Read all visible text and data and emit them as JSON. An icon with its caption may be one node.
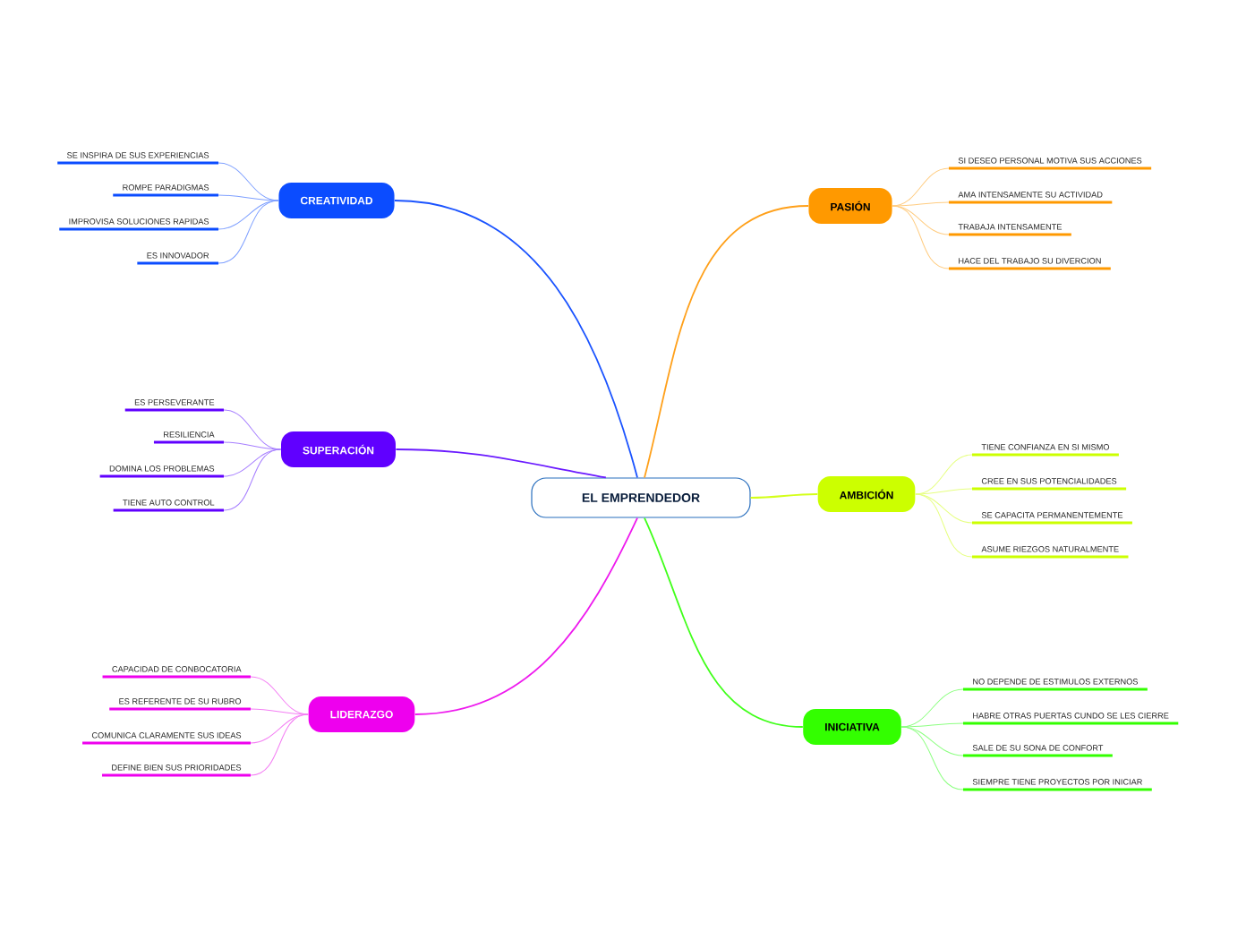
{
  "diagram": {
    "nodes": [
      {
        "text": [
          "EL EMPRENDEDOR"
        ]
      },
      {
        "text": [
          "CREATIVIDAD"
        ]
      },
      {
        "text": [
          "SE INSPIRA DE SUS EXPERIENCIAS"
        ]
      },
      {
        "text": [
          "ROMPE PARADIGMAS"
        ]
      },
      {
        "text": [
          "IMPROVISA SOLUCIONES RAPIDAS"
        ]
      },
      {
        "text": [
          "ES INNOVADOR"
        ]
      },
      {
        "text": [
          "SUPERACIÓN"
        ]
      },
      {
        "text": [
          "ES PERSEVERANTE"
        ]
      },
      {
        "text": [
          "RESILIENCIA"
        ]
      },
      {
        "text": [
          "DOMINA LOS PROBLEMAS"
        ]
      },
      {
        "text": [
          "TIENE AUTO CONTROL"
        ]
      },
      {
        "text": [
          "LIDERAZGO"
        ]
      },
      {
        "text": [
          "CAPACIDAD DE CONBOCATORIA"
        ]
      },
      {
        "text": [
          "ES REFERENTE DE SU RUBRO"
        ]
      },
      {
        "text": [
          "COMUNICA CLARAMENTE SUS IDEAS"
        ]
      },
      {
        "text": [
          "DEFINE BIEN SUS PRIORIDADES"
        ]
      },
      {
        "text": [
          "PASIÓN"
        ]
      },
      {
        "text": [
          "SI DESEO PERSONAL MOTIVA SUS ACCIONES"
        ]
      },
      {
        "text": [
          "AMA INTENSAMENTE SU ACTIVIDAD"
        ]
      },
      {
        "text": [
          "TRABAJA INTENSAMENTE"
        ]
      },
      {
        "text": [
          "HACE DEL TRABAJO SU DIVERCION"
        ]
      },
      {
        "text": [
          "AMBICIÓN"
        ]
      },
      {
        "text": [
          "TIENE CONFIANZA EN SI MISMO"
        ]
      },
      {
        "text": [
          "CREE EN SUS POTENCIALIDADES"
        ]
      },
      {
        "text": [
          "SE CAPACITA PERMANENTEMENTE"
        ]
      },
      {
        "text": [
          "ASUME RIEZGOS NATURALMENTE"
        ]
      },
      {
        "text": [
          "INICIATIVA"
        ]
      },
      {
        "text": [
          "NO DEPENDE DE ESTIMULOS EXTERNOS"
        ]
      },
      {
        "text": [
          "HABRE OTRAS PUERTAS CUNDO SE LES CIERRE"
        ]
      },
      {
        "text": [
          "SALE DE SU SONA DE CONFORT"
        ]
      },
      {
        "text": [
          "SIEMPRE TIENE PROYECTOS POR INICIAR"
        ]
      }
    ],
    "edges": [
      {
        "from": 0,
        "to": 1,
        "arrow": "none",
        "color": "#1a53ff"
      },
      {
        "from": 1,
        "to": 2,
        "arrow": "none",
        "color": "#7fa0ff"
      },
      {
        "from": 1,
        "to": 3,
        "arrow": "none",
        "color": "#7fa0ff"
      },
      {
        "from": 1,
        "to": 4,
        "arrow": "none",
        "color": "#7fa0ff"
      },
      {
        "from": 1,
        "to": 5,
        "arrow": "none",
        "color": "#7fa0ff"
      },
      {
        "from": 0,
        "to": 6,
        "arrow": "none",
        "color": "#6a1aff"
      },
      {
        "from": 6,
        "to": 7,
        "arrow": "none",
        "color": "#a77fff"
      },
      {
        "from": 6,
        "to": 8,
        "arrow": "none",
        "color": "#a77fff"
      },
      {
        "from": 6,
        "to": 9,
        "arrow": "none",
        "color": "#a77fff"
      },
      {
        "from": 6,
        "to": 10,
        "arrow": "none",
        "color": "#a77fff"
      },
      {
        "from": 0,
        "to": 11,
        "arrow": "none",
        "color": "#ee1aee"
      },
      {
        "from": 11,
        "to": 12,
        "arrow": "none",
        "color": "#f47ff4"
      },
      {
        "from": 11,
        "to": 13,
        "arrow": "none",
        "color": "#f47ff4"
      },
      {
        "from": 11,
        "to": 14,
        "arrow": "none",
        "color": "#f47ff4"
      },
      {
        "from": 11,
        "to": 15,
        "arrow": "none",
        "color": "#f47ff4"
      },
      {
        "from": 0,
        "to": 16,
        "arrow": "none",
        "color": "#ffa01a"
      },
      {
        "from": 16,
        "to": 17,
        "arrow": "none",
        "color": "#ffcc80"
      },
      {
        "from": 16,
        "to": 18,
        "arrow": "none",
        "color": "#ffcc80"
      },
      {
        "from": 16,
        "to": 19,
        "arrow": "none",
        "color": "#ffcc80"
      },
      {
        "from": 16,
        "to": 20,
        "arrow": "none",
        "color": "#ffcc80"
      },
      {
        "from": 0,
        "to": 21,
        "arrow": "none",
        "color": "#d4ff1a"
      },
      {
        "from": 21,
        "to": 22,
        "arrow": "none",
        "color": "#e6ff80"
      },
      {
        "from": 21,
        "to": 23,
        "arrow": "none",
        "color": "#e6ff80"
      },
      {
        "from": 21,
        "to": 24,
        "arrow": "none",
        "color": "#e6ff80"
      },
      {
        "from": 21,
        "to": 25,
        "arrow": "none",
        "color": "#e6ff80"
      },
      {
        "from": 0,
        "to": 26,
        "arrow": "none",
        "color": "#40ff1a"
      },
      {
        "from": 26,
        "to": 27,
        "arrow": "none",
        "color": "#8cff80"
      },
      {
        "from": 26,
        "to": 28,
        "arrow": "none",
        "color": "#8cff80"
      },
      {
        "from": 26,
        "to": 29,
        "arrow": "none",
        "color": "#8cff80"
      },
      {
        "from": 26,
        "to": 30,
        "arrow": "none",
        "color": "#8cff80"
      }
    ]
  }
}
